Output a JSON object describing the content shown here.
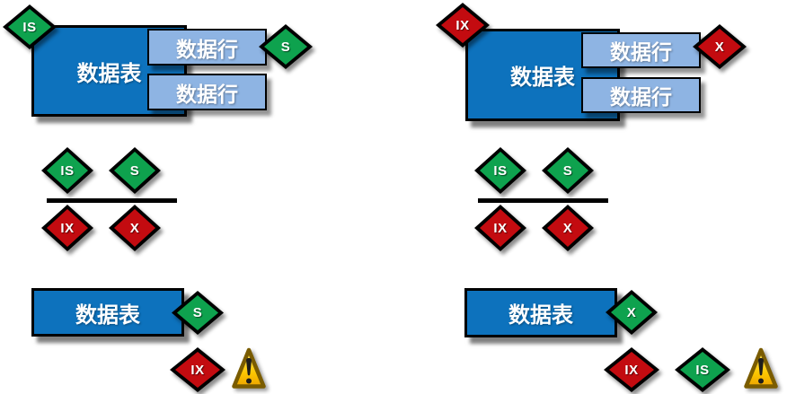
{
  "colors": {
    "table_fill": "#0d72bd",
    "row_fill": "#8eb4e3",
    "compatible_green": "#0ea24e",
    "conflict_red": "#c30b10",
    "warning_yellow": "#fbc500",
    "outline_black": "#000000"
  },
  "diagram": {
    "left": {
      "top": {
        "table_label": "数据表",
        "table_lock": "IS",
        "rows": [
          "数据行",
          "数据行"
        ],
        "row_lock": "S"
      },
      "matrix": {
        "granted": [
          "IS",
          "S"
        ],
        "waiting": [
          "IX",
          "X"
        ]
      },
      "bottom": {
        "table_label": "数据表",
        "granted_lock": "S",
        "waiting_lock": "IX"
      }
    },
    "right": {
      "top": {
        "table_label": "数据表",
        "table_lock": "IX",
        "rows": [
          "数据行",
          "数据行"
        ],
        "row_lock": "X"
      },
      "matrix": {
        "granted": [
          "IS",
          "S"
        ],
        "waiting": [
          "IX",
          "X"
        ]
      },
      "bottom": {
        "table_label": "数据表",
        "granted_lock": "X",
        "waiting_locks": [
          "IX",
          "IS"
        ]
      }
    }
  }
}
